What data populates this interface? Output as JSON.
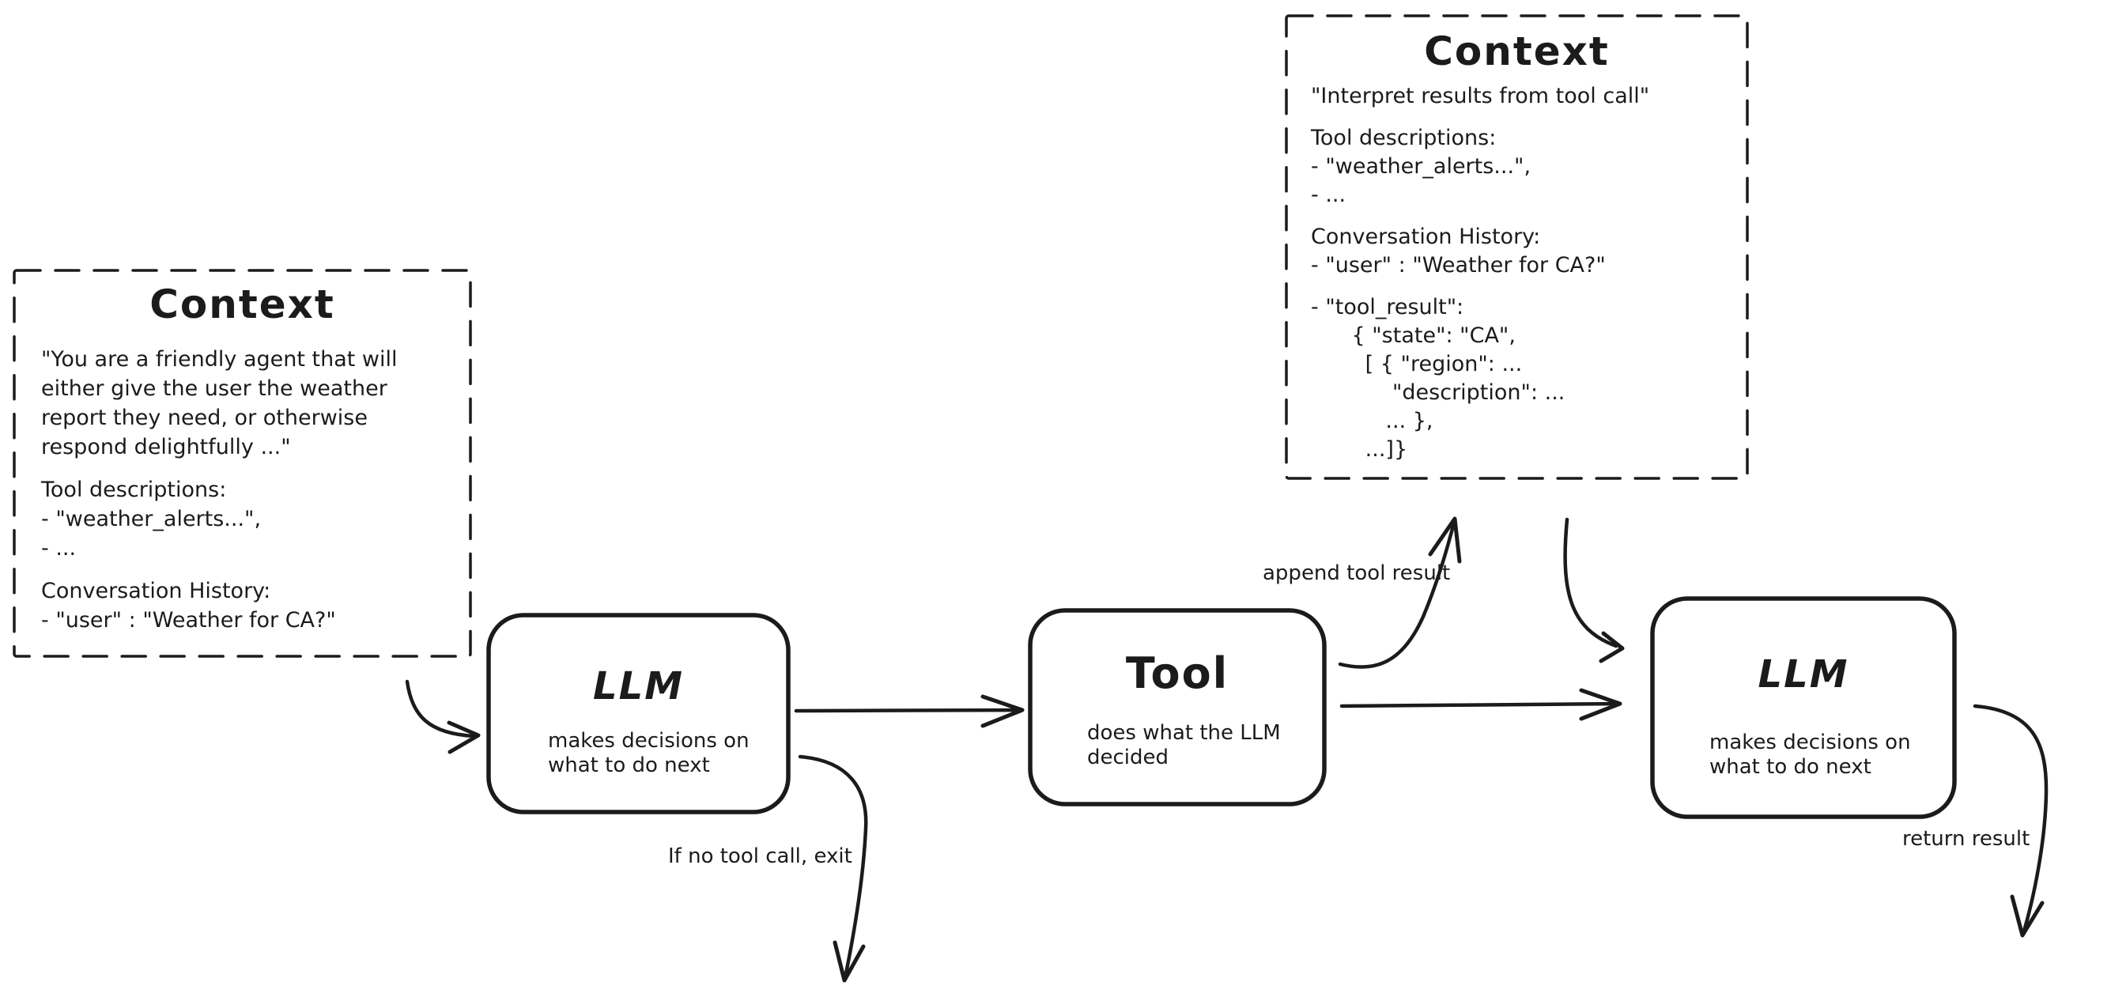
{
  "diagram": {
    "background_color": "#ffffff",
    "ink_color": "#1b1b1b",
    "context_left": {
      "title": "Context",
      "lines": [
        "\"You are a friendly agent that will",
        "either give the user the weather",
        "report they need, or otherwise",
        "respond delightfully ...\"",
        "",
        "Tool descriptions:",
        "- \"weather_alerts...\",",
        "- ...",
        "",
        "Conversation History:",
        "- \"user\" : \"Weather for CA?\""
      ]
    },
    "context_top": {
      "title": "Context",
      "lines": [
        "\"Interpret results from tool call\"",
        "",
        "Tool descriptions:",
        "- \"weather_alerts...\",",
        "- ...",
        "",
        "Conversation History:",
        "- \"user\" : \"Weather for CA?\"",
        "",
        "- \"tool_result\":",
        "      { \"state\": \"CA\",",
        "        [ { \"region\": ...",
        "            \"description\": ...",
        "           ... },",
        "        ...]}"
      ]
    },
    "nodes": {
      "llm1": {
        "title": "LLM",
        "desc_lines": [
          "makes decisions on",
          "what to do next"
        ]
      },
      "tool": {
        "title": "Tool",
        "desc_lines": [
          "does what the LLM",
          "decided"
        ]
      },
      "llm2": {
        "title": "LLM",
        "desc_lines": [
          "makes decisions on",
          "what to do next"
        ]
      }
    },
    "edge_labels": {
      "append_tool_result": "append tool result",
      "no_tool_call_exit": "If no tool call, exit",
      "return_result": "return result"
    }
  }
}
